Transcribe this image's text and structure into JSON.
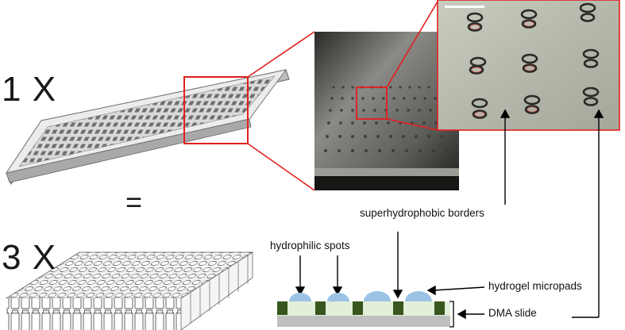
{
  "multipliers": {
    "top": "1 X",
    "bottom": "3 X"
  },
  "equals": "=",
  "labels": {
    "superhydrophobic": "superhydrophobic borders",
    "hydrophilic": "hydrophilic spots",
    "hydrogel": "hydrogel micropads",
    "dma_slide": "DMA slide"
  },
  "colors": {
    "highlight": "#e41e1e",
    "hydrogel_pad": "#9cc3e6",
    "slide_layer": "#e2efd9",
    "border_block": "#38561d",
    "base_layer": "#bfbfbf"
  }
}
